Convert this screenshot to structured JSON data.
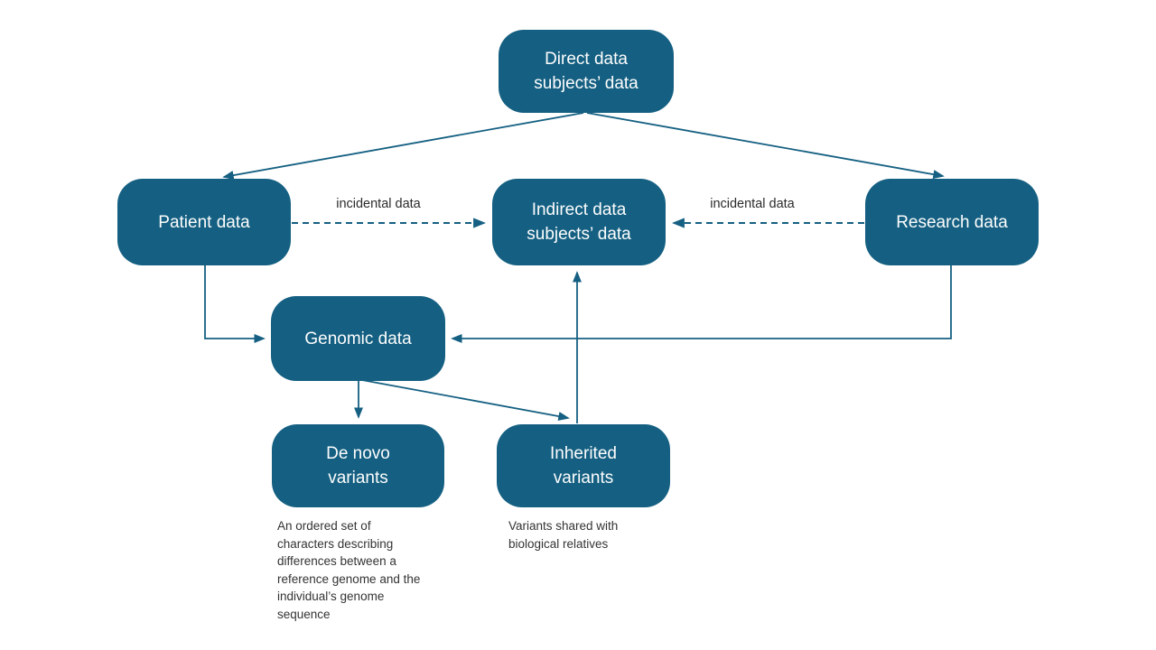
{
  "diagram": {
    "nodes": {
      "direct": {
        "label": "Direct data subjects’ data"
      },
      "patient": {
        "label": "Patient data"
      },
      "indirect": {
        "label": "Indirect data subjects’ data"
      },
      "research": {
        "label": "Research data"
      },
      "genomic": {
        "label": "Genomic data"
      },
      "denovo": {
        "label": "De novo variants",
        "description": "An ordered set of characters describing differences between a reference genome and the individual’s genome sequence"
      },
      "inherited": {
        "label": "Inherited variants",
        "description": "Variants shared with biological relatives"
      }
    },
    "edges": [
      {
        "from": "direct",
        "to": "patient",
        "style": "solid",
        "label": ""
      },
      {
        "from": "direct",
        "to": "research",
        "style": "solid",
        "label": ""
      },
      {
        "from": "patient",
        "to": "indirect",
        "style": "dashed",
        "label": "incidental data"
      },
      {
        "from": "research",
        "to": "indirect",
        "style": "dashed",
        "label": "incidental data"
      },
      {
        "from": "patient",
        "to": "genomic",
        "style": "solid",
        "label": ""
      },
      {
        "from": "research",
        "to": "genomic",
        "style": "solid",
        "label": ""
      },
      {
        "from": "genomic",
        "to": "denovo",
        "style": "solid",
        "label": ""
      },
      {
        "from": "genomic",
        "to": "inherited",
        "style": "solid",
        "label": ""
      },
      {
        "from": "inherited",
        "to": "indirect",
        "style": "solid",
        "label": ""
      }
    ],
    "colors": {
      "node_fill": "#156082",
      "node_text": "#fdfdfd",
      "line": "#156082",
      "label_text": "#2b2b2b",
      "desc_text": "#333333",
      "background": "#ffffff"
    }
  }
}
